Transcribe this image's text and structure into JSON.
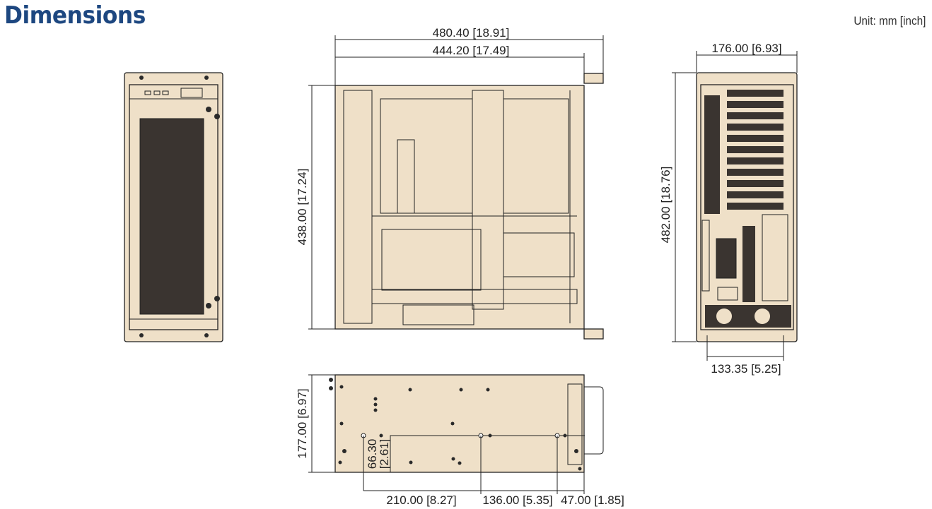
{
  "header": {
    "title": "Dimensions",
    "unit": "Unit: mm [inch]"
  },
  "colors": {
    "title": "#1d4780",
    "chassis": "#efe0c8",
    "line": "#222222"
  },
  "dimensions": {
    "top_overall_width": "480.40 [18.91]",
    "top_body_width": "444.20 [17.49]",
    "top_depth": "438.00 [17.24]",
    "rear_width": "176.00 [6.93]",
    "rear_height": "482.00 [18.76]",
    "rear_foot_spacing": "133.35 [5.25]",
    "side_height": "177.00 [6.97]",
    "side_hole_height": "66.30",
    "side_hole_height_inch": "[2.61]",
    "side_spacing_1": "210.00 [8.27]",
    "side_spacing_2": "136.00 [5.35]",
    "side_spacing_3": "47.00 [1.85]"
  }
}
